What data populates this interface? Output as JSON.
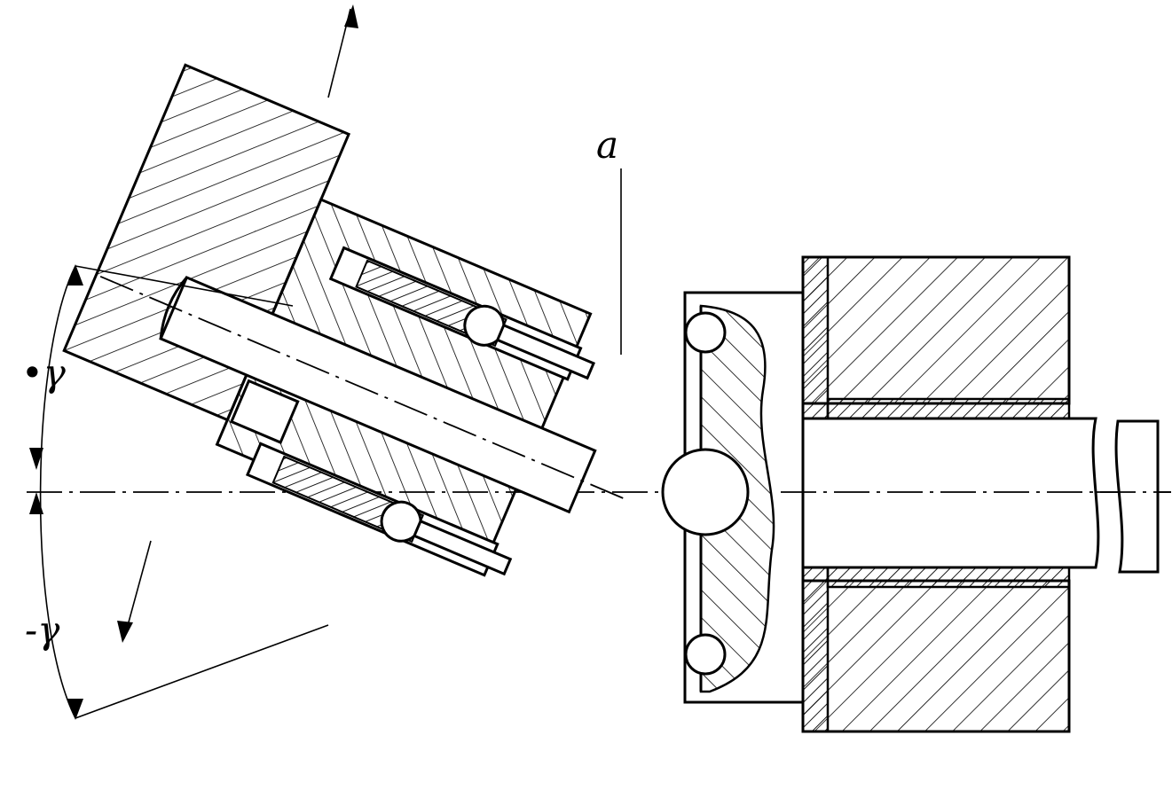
{
  "labels": {
    "a": "a",
    "gamma_top": "•γ",
    "gamma_bottom": "-γ"
  }
}
